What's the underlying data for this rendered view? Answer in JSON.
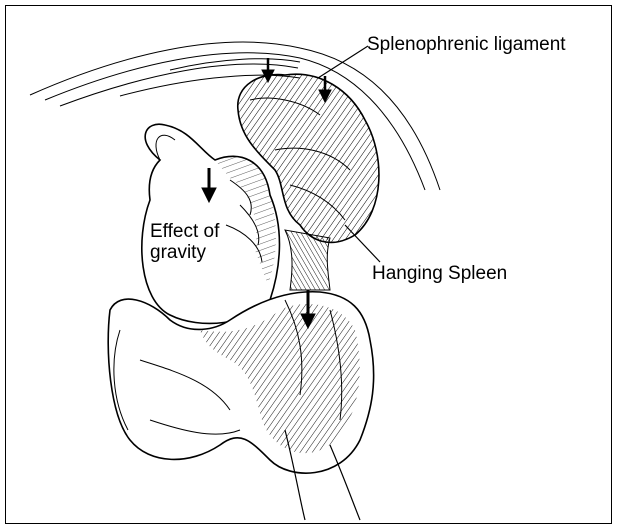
{
  "labels": {
    "splenophrenic": "Splenophrenic ligament",
    "gravity_line1": "Effect of",
    "gravity_line2": "gravity",
    "spleen": "Hanging Spleen"
  },
  "colors": {
    "ink": "#000000",
    "background": "#ffffff"
  }
}
